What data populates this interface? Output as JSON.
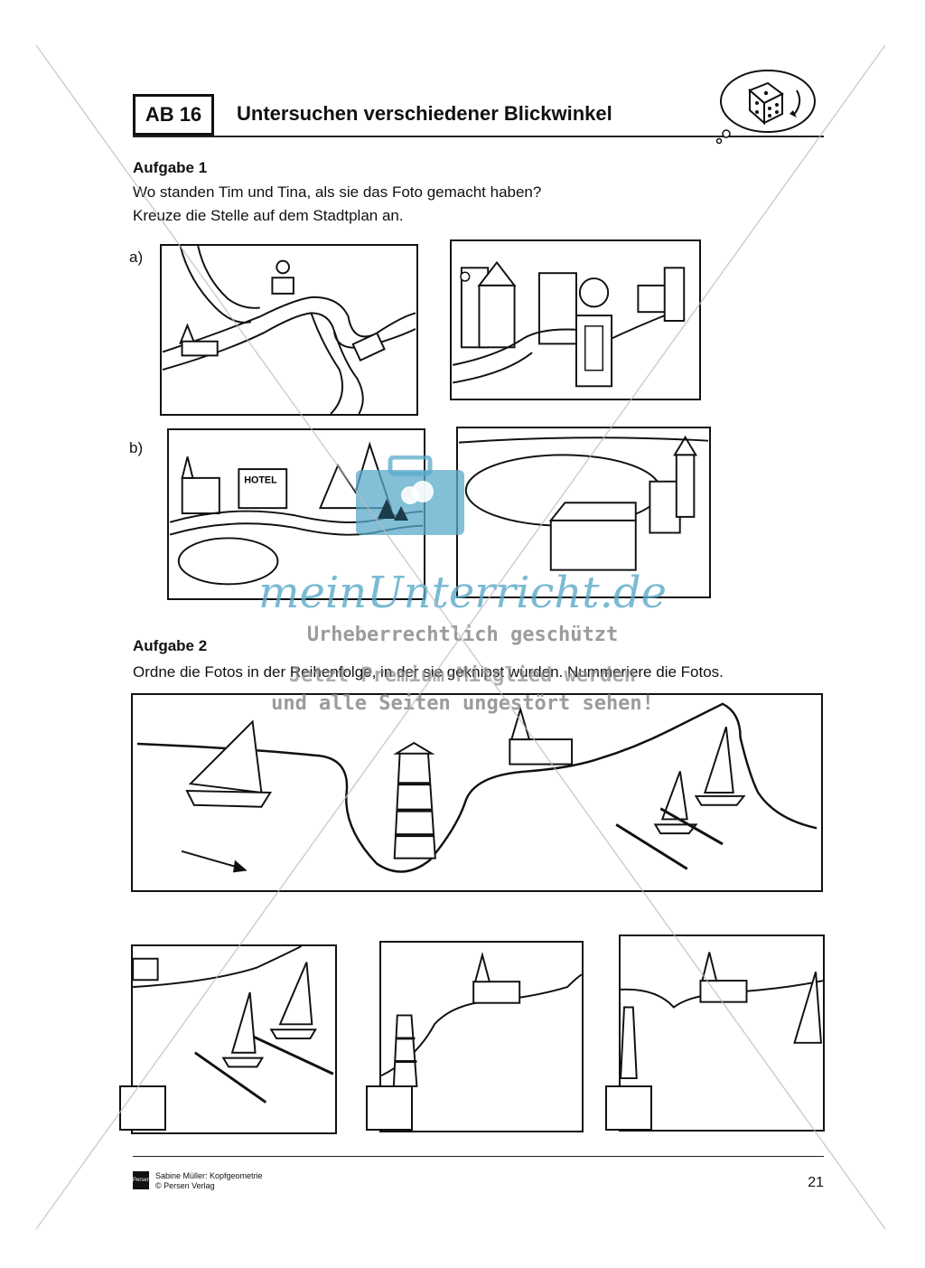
{
  "header": {
    "badge": "AB 16",
    "title": "Untersuchen verschiedener Blickwinkel"
  },
  "task1": {
    "title": "Aufgabe 1",
    "lines": [
      "Wo standen Tim und Tina, als sie das Foto gemacht haben?",
      "Kreuze die Stelle auf dem Stadtplan an."
    ],
    "label_a": "a)",
    "label_b": "b)",
    "hotel_sign": "HOTEL"
  },
  "task2": {
    "title": "Aufgabe 2",
    "text": "Ordne die Fotos in der Reihenfolge, in der sie geknipst wurden. Nummeriere die Fotos."
  },
  "watermark": {
    "brand": "meinUnterricht.de",
    "line1": "Urheberrechtlich geschützt",
    "line2": "Jetzt Premium-Mitglied werden",
    "line3": "und alle Seiten ungestört sehen!"
  },
  "footer": {
    "publisher_logo": "Persen",
    "author": "Sabine Müller: Kopfgeometrie",
    "copyright": "© Persen Verlag",
    "page": "21"
  },
  "colors": {
    "ink": "#111111",
    "watermark": "#5aa9c9"
  }
}
